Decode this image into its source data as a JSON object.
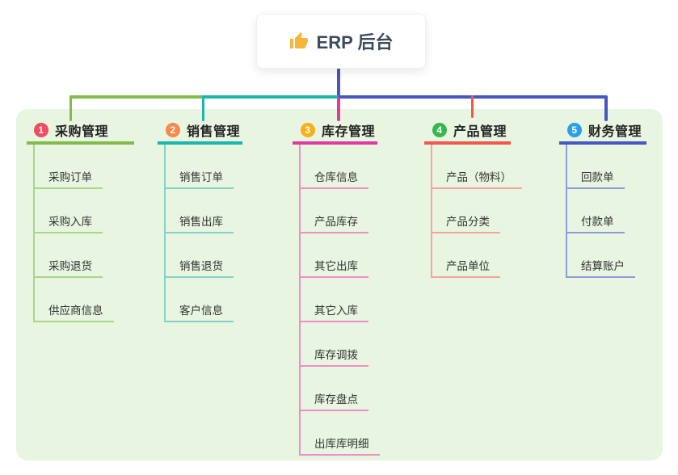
{
  "root": {
    "title": "ERP 后台",
    "icon": "thumbs-up-icon"
  },
  "branches": [
    {
      "badge": "1",
      "title": "采购管理",
      "line_color": "#82bb4a",
      "light_color": "#abd588",
      "badge_color": "#f04c63",
      "children": [
        "采购订单",
        "采购入库",
        "采购退货",
        "供应商信息"
      ]
    },
    {
      "badge": "2",
      "title": "销售管理",
      "line_color": "#1db6aa",
      "light_color": "#84d2c7",
      "badge_color": "#f9894a",
      "children": [
        "销售订单",
        "销售出库",
        "销售退货",
        "客户信息"
      ]
    },
    {
      "badge": "3",
      "title": "库存管理",
      "line_color": "#de3b9f",
      "light_color": "#ef8dc7",
      "badge_color": "#f9b01e",
      "children": [
        "仓库信息",
        "产品库存",
        "其它出库",
        "其它入库",
        "库存调拨",
        "库存盘点",
        "出库库明细"
      ]
    },
    {
      "badge": "4",
      "title": "产品管理",
      "line_color": "#f2574f",
      "light_color": "#f6a39c",
      "badge_color": "#3bb54f",
      "children": [
        "产品（物料）",
        "产品分类",
        "产品单位"
      ]
    },
    {
      "badge": "5",
      "title": "财务管理",
      "line_color": "#4458c0",
      "light_color": "#8d9cd9",
      "badge_color": "#2aa0e8",
      "children": [
        "回款单",
        "付款单",
        "结算账户"
      ]
    }
  ],
  "colors": {
    "panel_background": "#e8f5e1",
    "root_connector": "#4458c0",
    "root_text": "#3d4a5c",
    "node_text": "#333333"
  }
}
